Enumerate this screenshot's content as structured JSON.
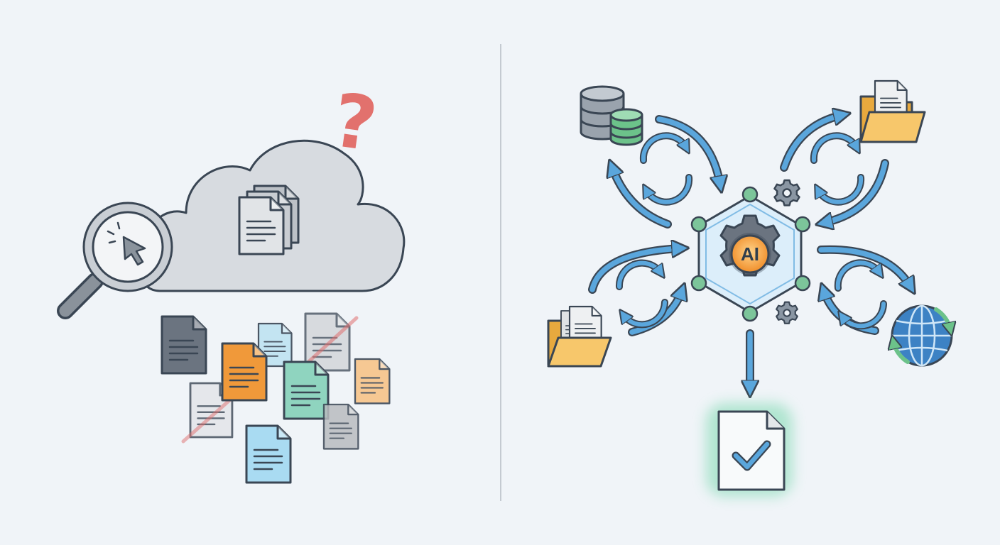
{
  "colors": {
    "background": "#f0f4f8",
    "outline": "#3a4654",
    "arrow": "#5aa6dc",
    "cloud": "#d7dbe0",
    "hex_fill": "#dceefa",
    "node": "#7cc59a",
    "core": "#f3a53b",
    "question": "#e05b55",
    "check_glow": "#6fd6a8"
  },
  "left_panel": {
    "cloud_icon": "cloud-icon",
    "search_icon": "magnifier-cursor-icon",
    "question_mark": "?",
    "scattered_documents": [
      {
        "icon": "document-icon",
        "color": "#6b7480"
      },
      {
        "icon": "document-icon",
        "color": "#f0993a"
      },
      {
        "icon": "document-icon",
        "color": "#bfe3f2"
      },
      {
        "icon": "document-icon",
        "color": "#cfd2d6",
        "crossed": true
      },
      {
        "icon": "document-icon",
        "color": "#8fd4bf"
      },
      {
        "icon": "document-icon",
        "color": "#f7c489"
      },
      {
        "icon": "document-icon",
        "color": "#e3e5e8",
        "crossed": true
      },
      {
        "icon": "document-icon",
        "color": "#b9bcc0"
      },
      {
        "icon": "document-icon",
        "color": "#a9dbf2"
      }
    ]
  },
  "right_panel": {
    "hub": {
      "label": "AI",
      "icon": "ai-gear-hub-icon"
    },
    "sources": [
      {
        "name": "database",
        "icon": "database-icon"
      },
      {
        "name": "folder-top",
        "icon": "folder-icon"
      },
      {
        "name": "folder-bottom",
        "icon": "folder-icon"
      },
      {
        "name": "globe",
        "icon": "globe-icon"
      }
    ],
    "output": {
      "icon": "verified-document-icon"
    }
  }
}
